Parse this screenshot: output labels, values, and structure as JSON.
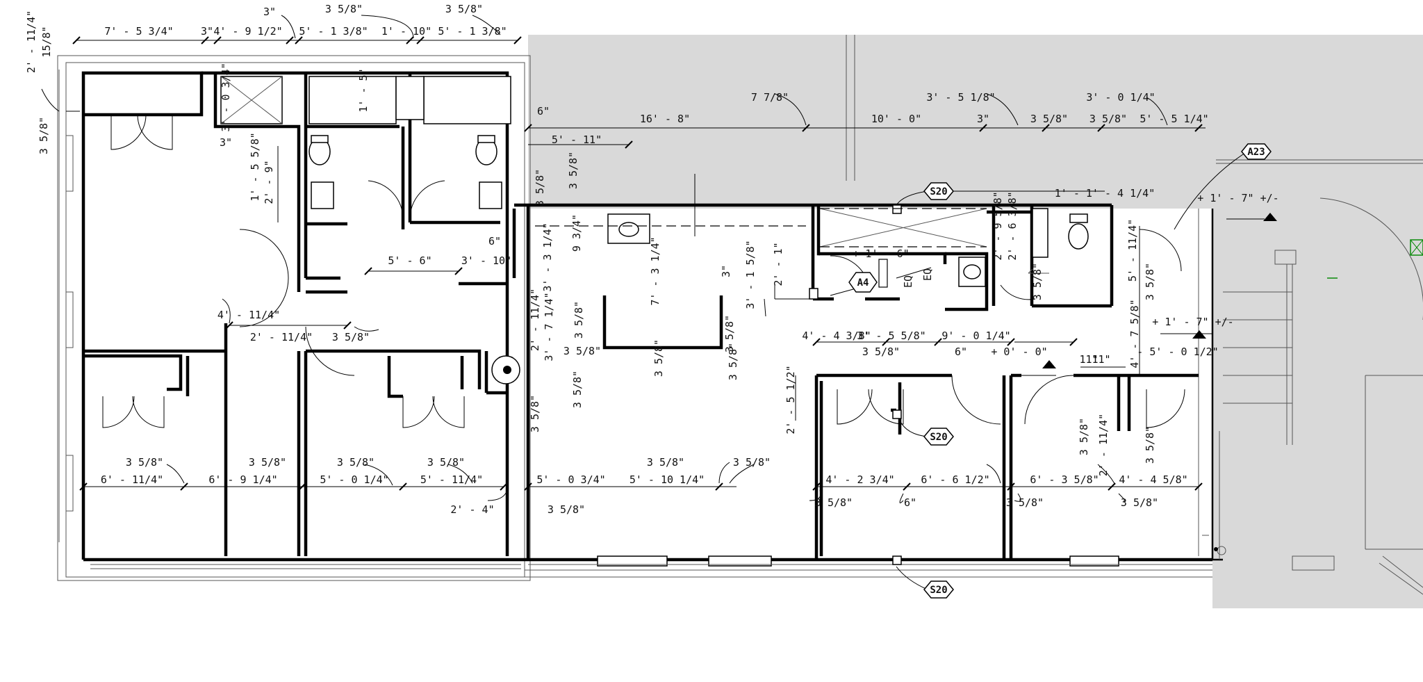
{
  "sheet": {
    "type": "architectural floor plan",
    "background": "#ffffff",
    "context_fill": "#d9d9d9"
  },
  "top_dims": [
    "7' - 5 3/4\"",
    "3\"",
    "4' - 9 1/2\"",
    "3\"",
    "3 5/8\"",
    "5' - 1 3/8\"",
    "1' - 10\"",
    "3 5/8\"",
    "5' - 1 3/8\""
  ],
  "left_dims": [
    "2' - 11/4\"",
    "15/8\"",
    "3 5/8\""
  ],
  "upper_dims": [
    "6\"",
    "16' - 8\"",
    "7 7/8\"",
    "10' - 0\"",
    "3' - 5 1/8\"",
    "3\"",
    "3 5/8\"",
    "3' - 0 1/4\"",
    "3 5/8\"",
    "5' - 5 1/4\""
  ],
  "bath_dims": [
    "1' - 5\"",
    "3' - 0 3/4\"",
    "3\"",
    "1' - 5 5/8\"",
    "2' - 9\"",
    "5' - 11\"",
    "3 5/8\"",
    "3 5/8\""
  ],
  "interior_dims": [
    "5' - 6\"",
    "3' - 10\"",
    "6\"",
    "9 3/4\"",
    "3' - 3 1/4\"",
    "3 5/8\"",
    "7' - 3 1/4\"",
    "3\"",
    "3' - 1 5/8\"",
    "2' - 1\"",
    "3 5/8\"",
    "3 5/8\"",
    "4' - 11/4\"",
    "2' - 11/4\"",
    "3 5/8\"",
    "2' - 11/4\"",
    "3' - 7 1/4\"",
    "3 5/8\"",
    "3 5/8\"",
    "3 5/8\"",
    "3 5/8\"",
    "+ 1' - 6\"",
    "4' - 4 3/8\"",
    "3' - 5 5/8\"",
    "3 5/8\"",
    "6\"",
    "9' - 0 1/4\"",
    "+ 0' - 0\"",
    "2' - 9 5/8\"",
    "2' - 6 3/8\"",
    "1' - 1' - 4 1/4\"",
    "3 5/8\"",
    "5' - 11/4\"",
    "3 5/8\"",
    "4' - 7 5/8\"",
    "11\"",
    "11\"",
    "- 5' - 0 1/2\"",
    "+ 1' - 7\" +/-",
    "+ 1' - 7\" +/-",
    "2' - 5 1/2\"",
    "3 5/8\"",
    "2' - 11/4\"",
    "3 5/8\""
  ],
  "lower_dims": [
    "3 5/8\"",
    "3 5/8\"",
    "3 5/8\"",
    "3 5/8\"",
    "3 5/8\"",
    "3 5/8\"",
    "6' - 11/4\"",
    "6' - 9 1/4\"",
    "5' - 0 1/4\"",
    "5' - 11/4\"",
    "5' - 0 3/4\"",
    "5' - 10 1/4\"",
    "4' - 2 3/4\"",
    "6' - 6 1/2\"",
    "6' - 3 5/8\"",
    "4' - 4 5/8\"",
    "2' - 4\"",
    "3 5/8\"",
    "3 5/8\"",
    "6\"",
    "3 5/8\"",
    "3 5/8\""
  ],
  "eq": [
    "EQ",
    "EQ"
  ],
  "tags": [
    "S20",
    "S20",
    "S20",
    "A4",
    "A23"
  ]
}
